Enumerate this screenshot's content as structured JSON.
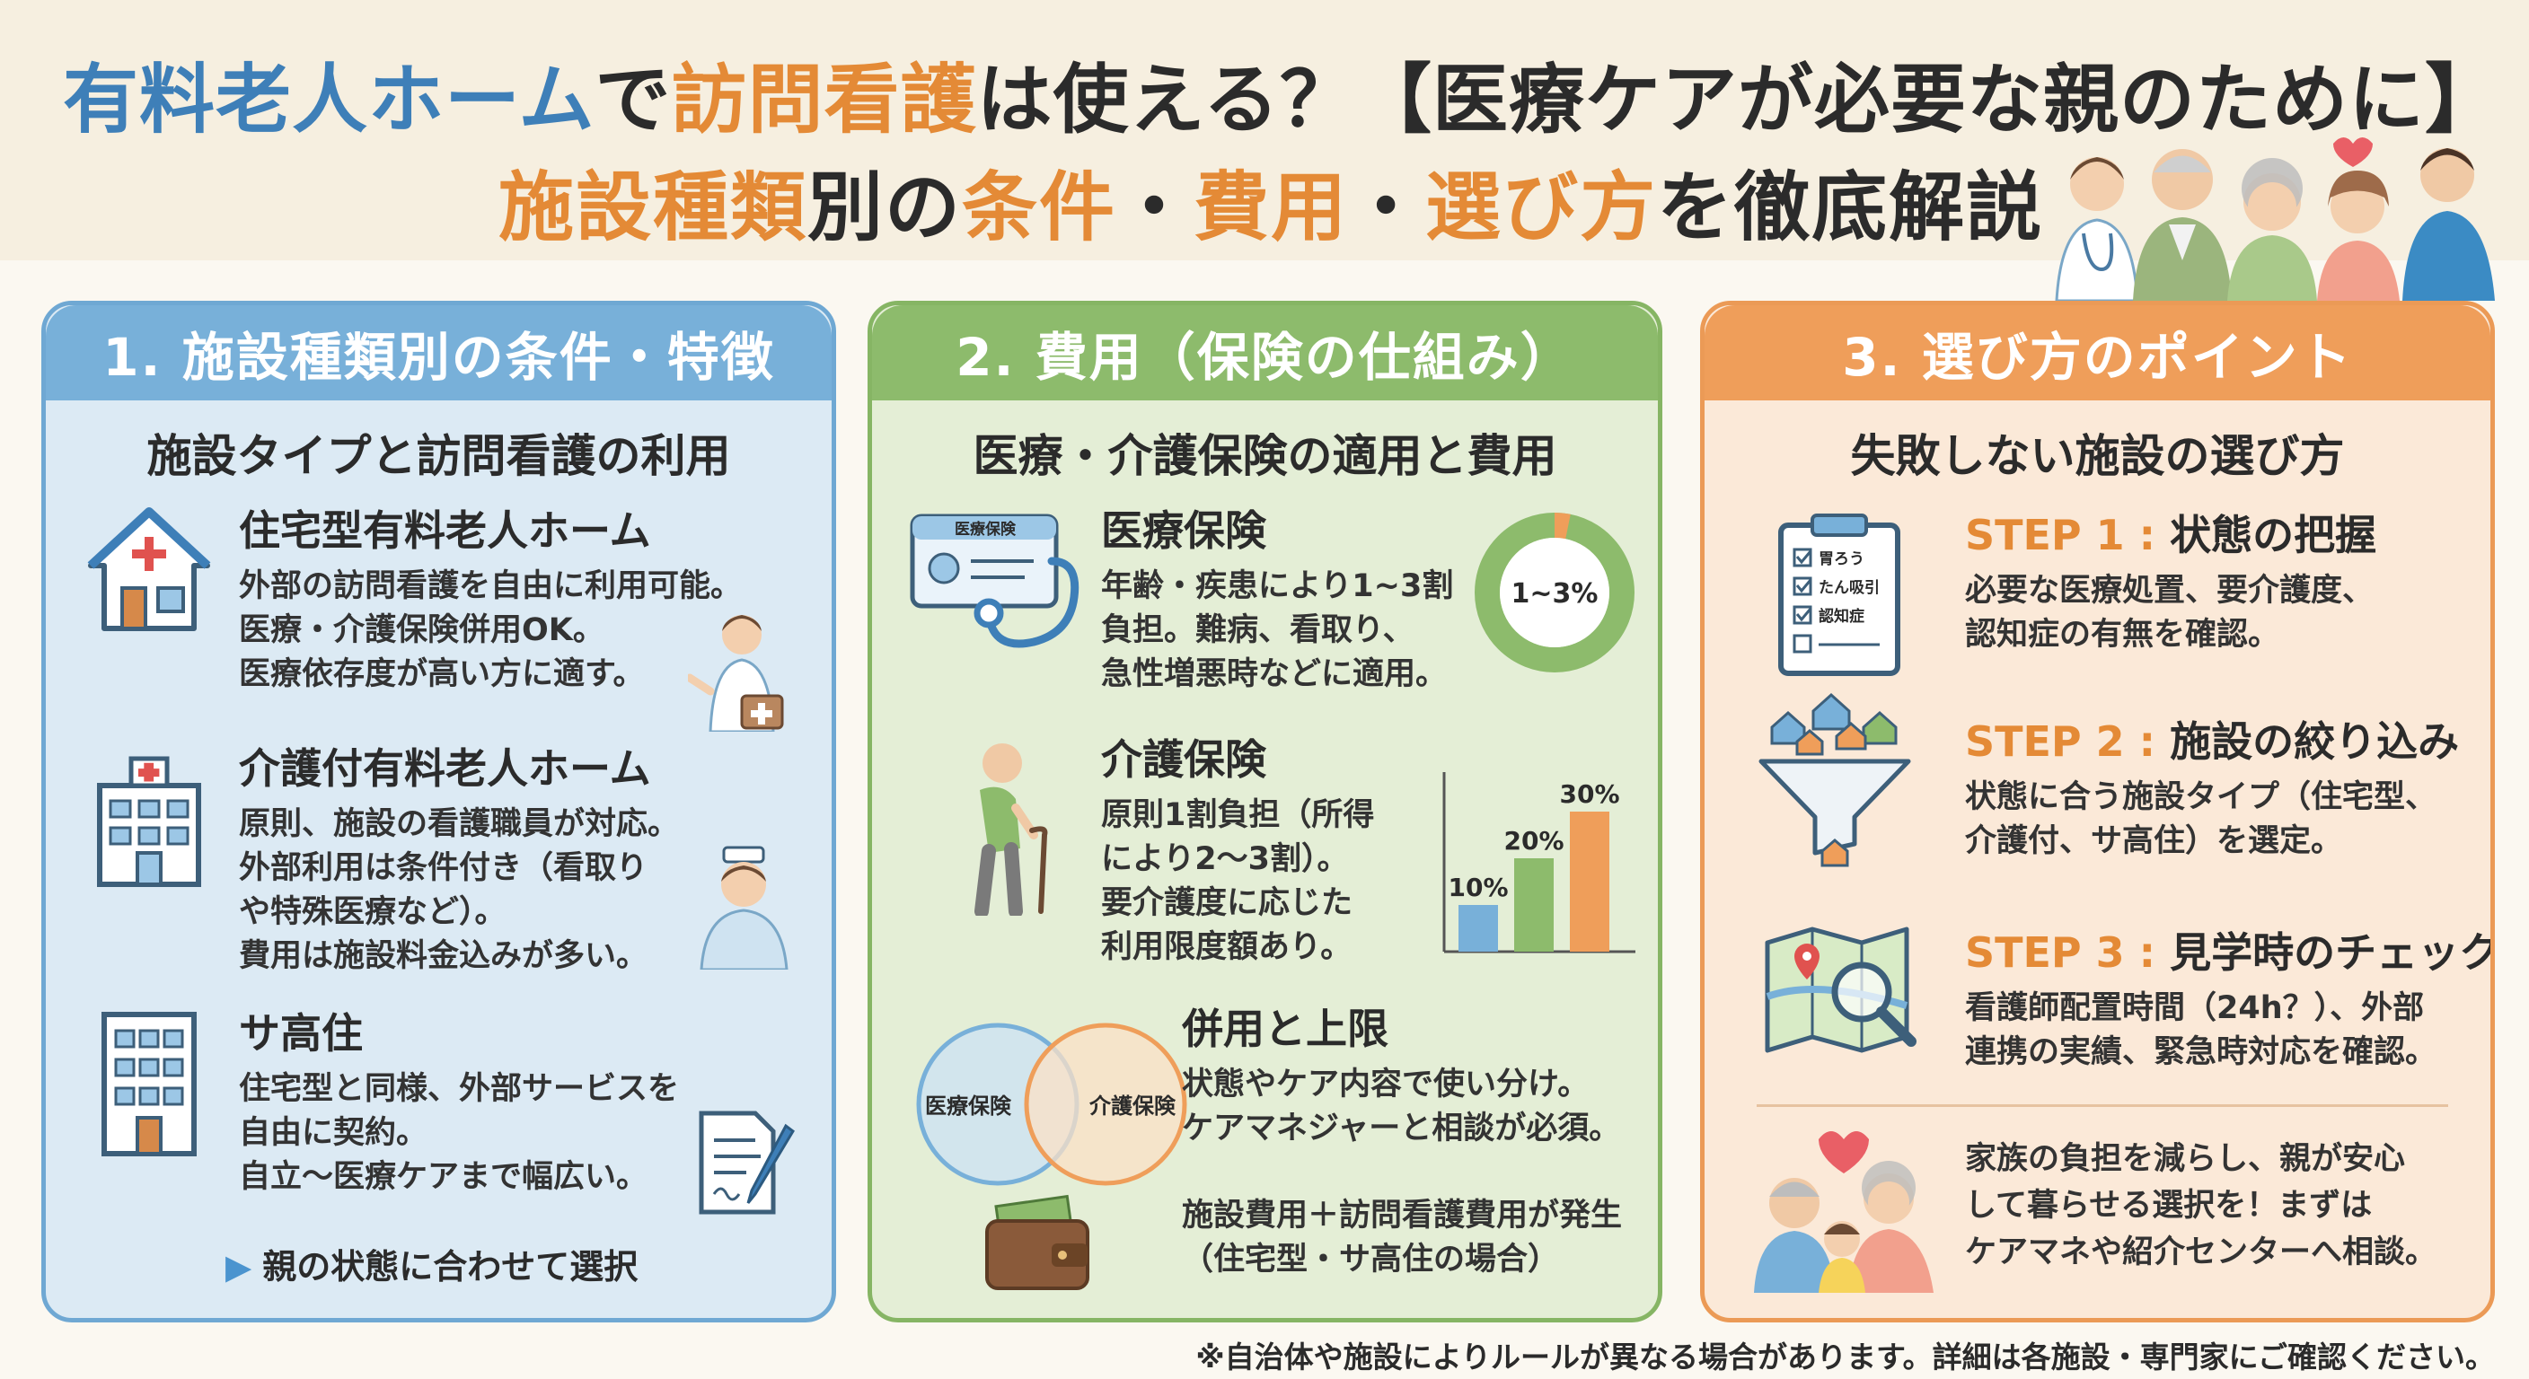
{
  "header": {
    "title_line1": [
      {
        "text": "有料老人ホーム",
        "color": "blue"
      },
      {
        "text": "で",
        "color": "dark"
      },
      {
        "text": "訪問看護",
        "color": "orange"
      },
      {
        "text": "は使える？【医療ケアが必要な親のために】",
        "color": "dark"
      }
    ],
    "title_line2": [
      {
        "text": "施設種類",
        "color": "orange"
      },
      {
        "text": "別の",
        "color": "dark"
      },
      {
        "text": "条件",
        "color": "orange"
      },
      {
        "text": "・",
        "color": "dark"
      },
      {
        "text": "費用",
        "color": "orange"
      },
      {
        "text": "・",
        "color": "dark"
      },
      {
        "text": "選び方",
        "color": "orange"
      },
      {
        "text": "を徹底解説",
        "color": "dark"
      }
    ]
  },
  "colors": {
    "blue": "#3e7fb8",
    "orange": "#e48a36",
    "green": "#8dbb6c",
    "panel1_bg": "#dceaf4",
    "panel2_bg": "#e4eed6",
    "panel3_bg": "#fbe9d8"
  },
  "panel1": {
    "header": "1. 施設種類別の条件・特徴",
    "subheading": "施設タイプと訪問看護の利用",
    "items": [
      {
        "icon": "house-icon",
        "title": "住宅型有料老人ホーム",
        "lines": [
          "外部の訪問看護を自由に利用可能。",
          "医療・介護保険併用OK。",
          "医療依存度が高い方に適す。"
        ]
      },
      {
        "icon": "nursing-facility-icon",
        "title": "介護付有料老人ホーム",
        "lines": [
          "原則、施設の看護職員が対応。",
          "外部利用は条件付き（看取り",
          "や特殊医療など）。",
          "費用は施設料金込みが多い。"
        ]
      },
      {
        "icon": "apartment-icon",
        "title": "サ高住",
        "lines": [
          "住宅型と同様、外部サービスを",
          "自由に契約。",
          "自立〜医療ケアまで幅広い。"
        ]
      }
    ],
    "tip": "親の状態に合わせて選択"
  },
  "panel2": {
    "header": "2. 費用（保険の仕組み）",
    "subheading": "医療・介護保険の適用と費用",
    "items": [
      {
        "icon": "insurance-card-icon",
        "card_label": "医療保険",
        "title": "医療保険",
        "lines": [
          "年齢・疾患により1~3割",
          "負担。難病、看取り、",
          "急性増悪時などに適用。"
        ]
      },
      {
        "icon": "elderly-cane-icon",
        "title": "介護保険",
        "lines": [
          "原則1割負担（所得",
          "により2〜3割）。",
          "要介護度に応じた",
          "利用限度額あり。"
        ]
      },
      {
        "icon": "venn-diagram-icon",
        "title": "併用と上限",
        "lines": [
          "状態やケア内容で使い分け。",
          "ケアマネジャーと相談が必須。"
        ]
      },
      {
        "icon": "wallet-icon",
        "title": "",
        "lines": [
          "施設費用＋訪問看護費用が発生",
          "（住宅型・サ高住の場合）"
        ]
      }
    ],
    "donut_label": "1~3%",
    "venn": {
      "left": "医療保険",
      "right": "介護保険"
    },
    "bar_labels": [
      "10%",
      "20%",
      "30%"
    ]
  },
  "panel3": {
    "header": "3. 選び方のポイント",
    "subheading": "失敗しない施設の選び方",
    "checklist": [
      "胃ろう",
      "たん吸引",
      "認知症"
    ],
    "steps": [
      {
        "icon": "checklist-icon",
        "no": "STEP 1 :",
        "title": "状態の把握",
        "lines": [
          "必要な医療処置、要介護度、",
          "認知症の有無を確認。"
        ]
      },
      {
        "icon": "funnel-icon",
        "no": "STEP 2 :",
        "title": "施設の絞り込み",
        "lines": [
          "状態に合う施設タイプ（住宅型、",
          "介護付、サ高住）を選定。"
        ]
      },
      {
        "icon": "map-search-icon",
        "no": "STEP 3 :",
        "title": "見学時のチェック",
        "lines": [
          "看護師配置時間（24h？）、外部",
          "連携の実績、緊急時対応を確認。"
        ]
      }
    ],
    "closing": [
      "家族の負担を減らし、親が安心",
      "して暮らせる選択を！まずは",
      "ケアマネや紹介センターへ相談。"
    ]
  },
  "footer_note": "※自治体や施設によりルールが異なる場合があります。詳細は各施設・専門家にご確認ください。"
}
